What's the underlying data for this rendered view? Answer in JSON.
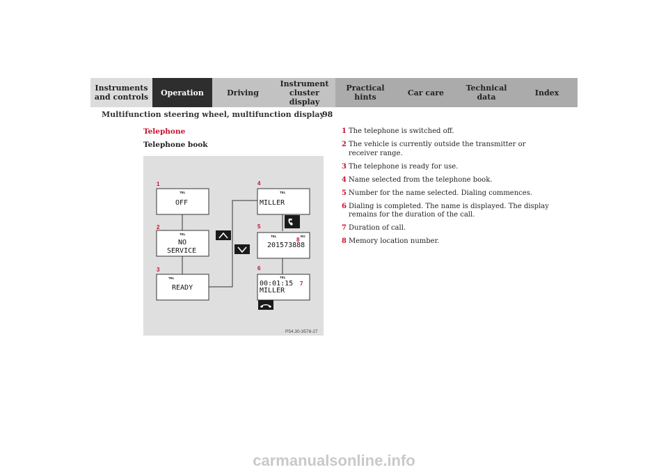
{
  "nav": {
    "tabs": [
      {
        "label": "Instruments\nand controls",
        "bg": "#dcdcdc",
        "fg": "#222222"
      },
      {
        "label": "Operation",
        "bg": "#2e2e2e",
        "fg": "#ffffff"
      },
      {
        "label": "Driving",
        "bg": "#c2c2c2",
        "fg": "#222222"
      },
      {
        "label": "Instrument\ncluster display",
        "bg": "#c2c2c2",
        "fg": "#222222"
      },
      {
        "label": "Practical hints",
        "bg": "#ababab",
        "fg": "#222222"
      },
      {
        "label": "Car care",
        "bg": "#ababab",
        "fg": "#222222"
      },
      {
        "label": "Technical\ndata",
        "bg": "#ababab",
        "fg": "#222222"
      },
      {
        "label": "Index",
        "bg": "#ababab",
        "fg": "#222222"
      }
    ]
  },
  "page": {
    "number": "98",
    "header": "Multifunction steering wheel, multifunction display"
  },
  "section": {
    "title": "Telephone",
    "subtitle": "Telephone book"
  },
  "figure": {
    "ref_code": "P54.30-3578-27",
    "tel_label": "TEL",
    "ro_label": "RO",
    "displays": {
      "off": "OFF",
      "no_service_line1": "NO",
      "no_service_line2": "SERVICE",
      "ready": "READY",
      "miller": "MILLER",
      "number": "201573888",
      "duration": "00:01:15",
      "miller2": "MILLER"
    },
    "callouts": [
      "1",
      "2",
      "3",
      "4",
      "5",
      "6",
      "7",
      "8"
    ],
    "icons": [
      "scroll-up-icon",
      "scroll-down-icon",
      "phone-pickup-icon",
      "phone-hangup-icon"
    ]
  },
  "steps": [
    {
      "n": "1",
      "text": "The telephone is switched off."
    },
    {
      "n": "2",
      "text": "The vehicle is currently outside the transmitter or receiver range."
    },
    {
      "n": "3",
      "text": "The telephone is ready for use."
    },
    {
      "n": "4",
      "text": "Name selected from the telephone book."
    },
    {
      "n": "5",
      "text": "Number for the name selected. Dialing commences."
    },
    {
      "n": "6",
      "text": "Dialing is completed. The name is displayed. The display remains for the duration of the call."
    },
    {
      "n": "7",
      "text": "Duration of call."
    },
    {
      "n": "8",
      "text": "Memory location number."
    }
  ],
  "watermark": "carmanualsonline.info",
  "colors": {
    "accent": "#c8102e",
    "figure_bg": "#dfdfdf"
  }
}
